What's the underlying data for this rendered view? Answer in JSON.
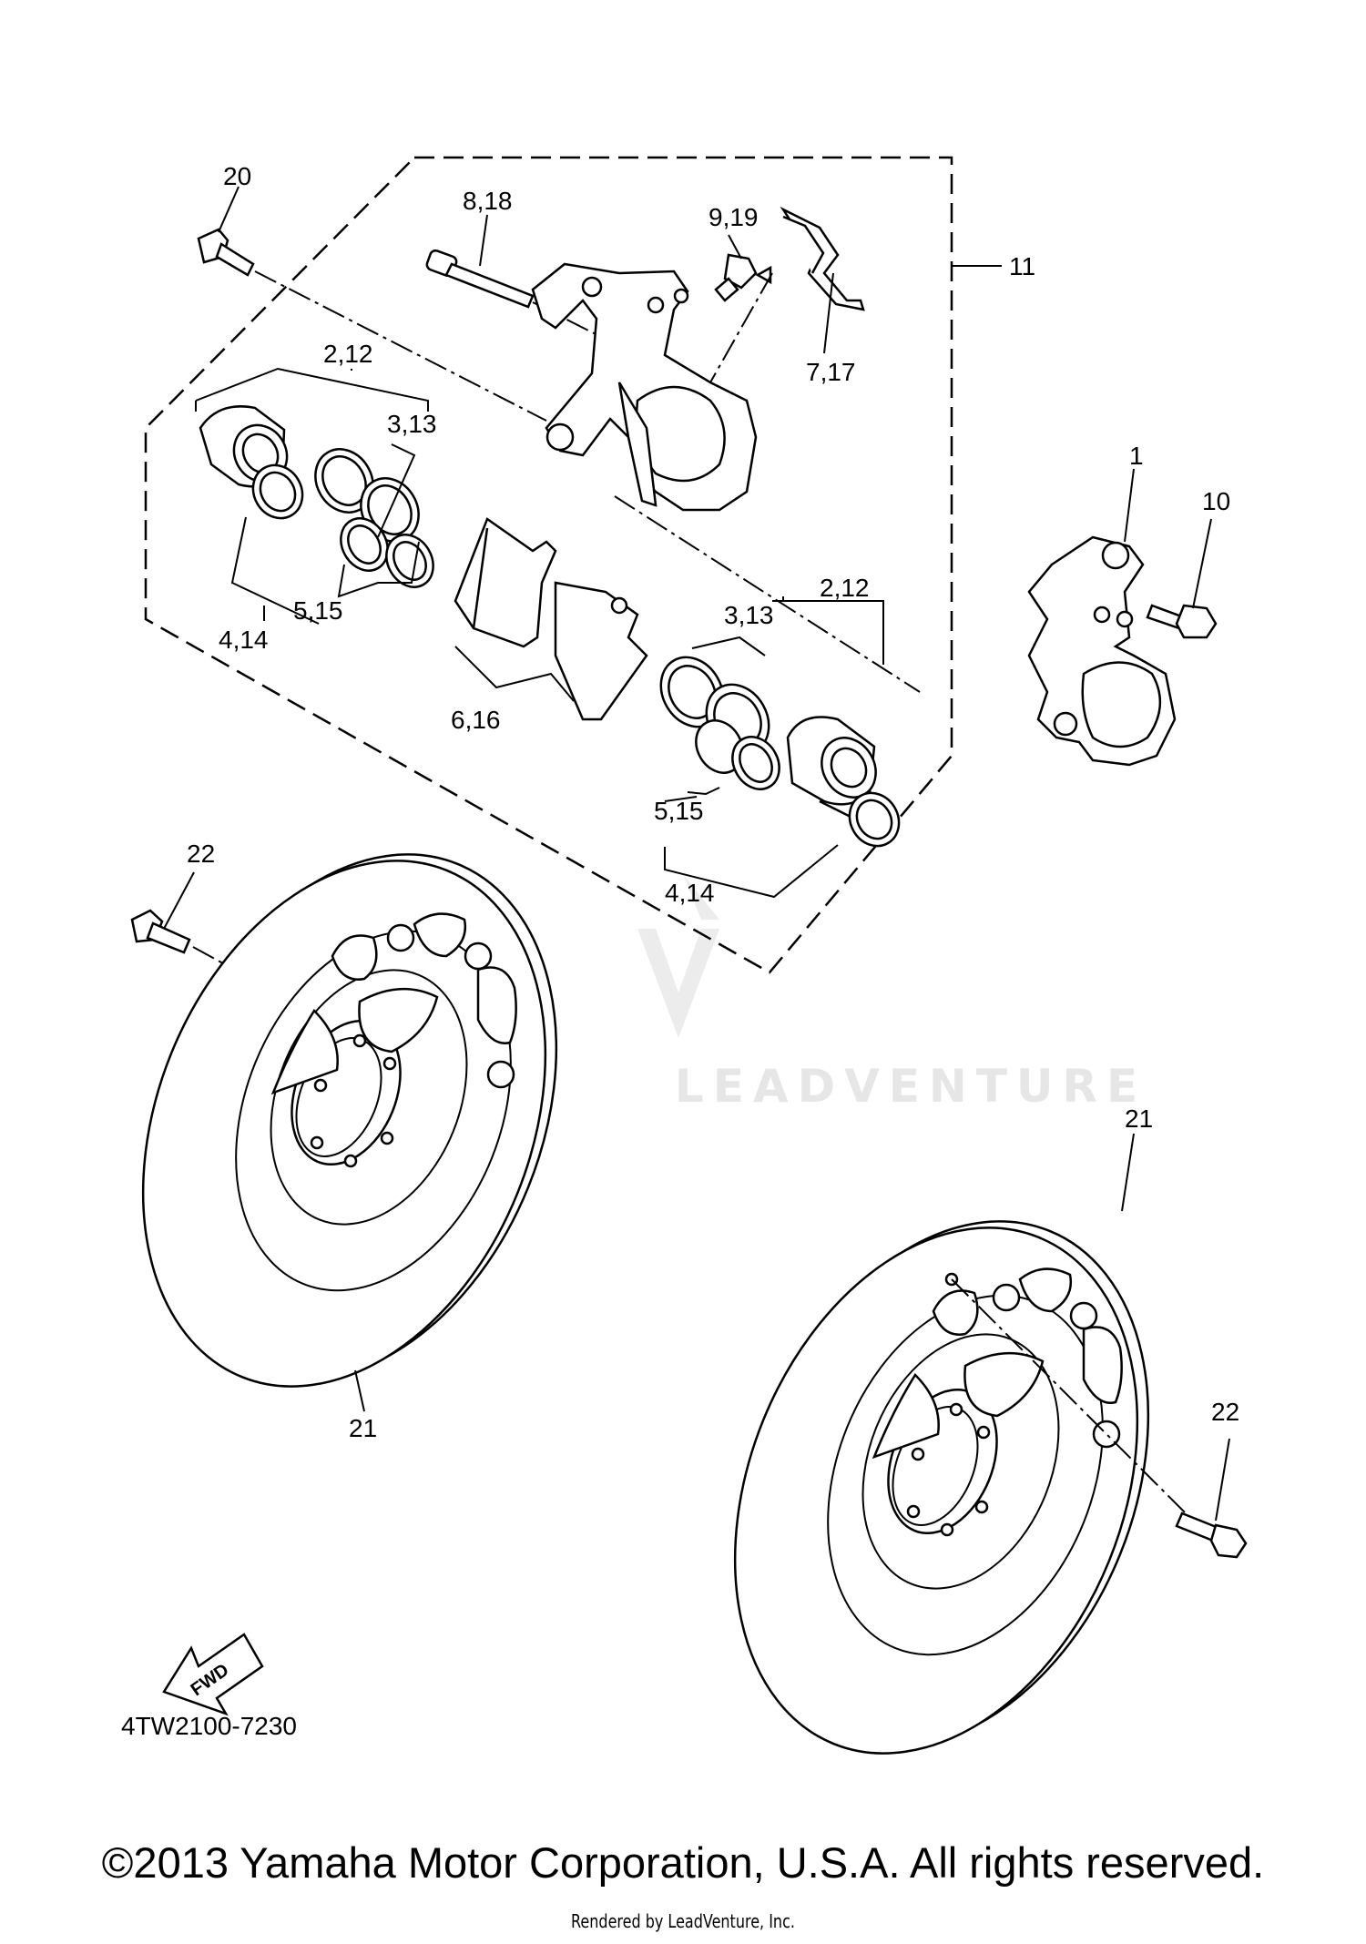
{
  "callouts": {
    "c1": "1",
    "c2_12_a": "2,12",
    "c2_12_b": "2,12",
    "c3_13_a": "3,13",
    "c3_13_b": "3,13",
    "c4_14_a": "4,14",
    "c4_14_b": "4,14",
    "c5_15_a": "5,15",
    "c5_15_b": "5,15",
    "c6_16": "6,16",
    "c7_17": "7,17",
    "c8_18": "8,18",
    "c9_19": "9,19",
    "c10": "10",
    "c11": "11",
    "c20": "20",
    "c21_a": "21",
    "c21_b": "21",
    "c22_a": "22",
    "c22_b": "22"
  },
  "fwd_label": "FWD",
  "diagram_code": "4TW2100-7230",
  "watermark": "LEADVENTURE",
  "copyright": "©2013 Yamaha Motor Corporation, U.S.A. All rights reserved.",
  "rendered_by": "Rendered by LeadVenture, Inc."
}
